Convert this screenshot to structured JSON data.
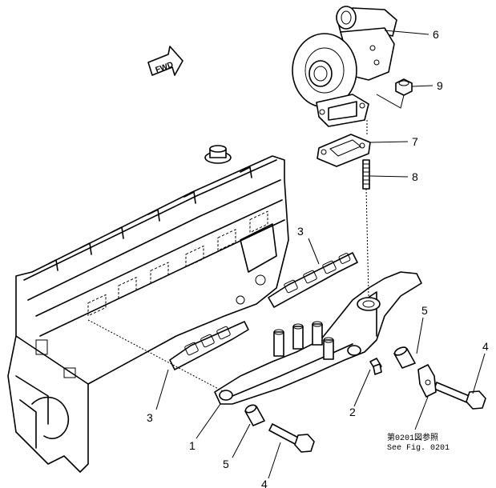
{
  "diagram": {
    "fwd_label": "FWD",
    "callouts": [
      {
        "id": "c6",
        "label": "6"
      },
      {
        "id": "c9",
        "label": "9"
      },
      {
        "id": "c7",
        "label": "7"
      },
      {
        "id": "c8",
        "label": "8"
      },
      {
        "id": "c3a",
        "label": "3"
      },
      {
        "id": "c5a",
        "label": "5"
      },
      {
        "id": "c4a",
        "label": "4"
      },
      {
        "id": "c3b",
        "label": "3"
      },
      {
        "id": "c1",
        "label": "1"
      },
      {
        "id": "c2",
        "label": "2"
      },
      {
        "id": "c5b",
        "label": "5"
      },
      {
        "id": "c4b",
        "label": "4"
      }
    ],
    "reference_note": {
      "line1": "第0201図参照",
      "line2": "See Fig. 0201"
    }
  }
}
